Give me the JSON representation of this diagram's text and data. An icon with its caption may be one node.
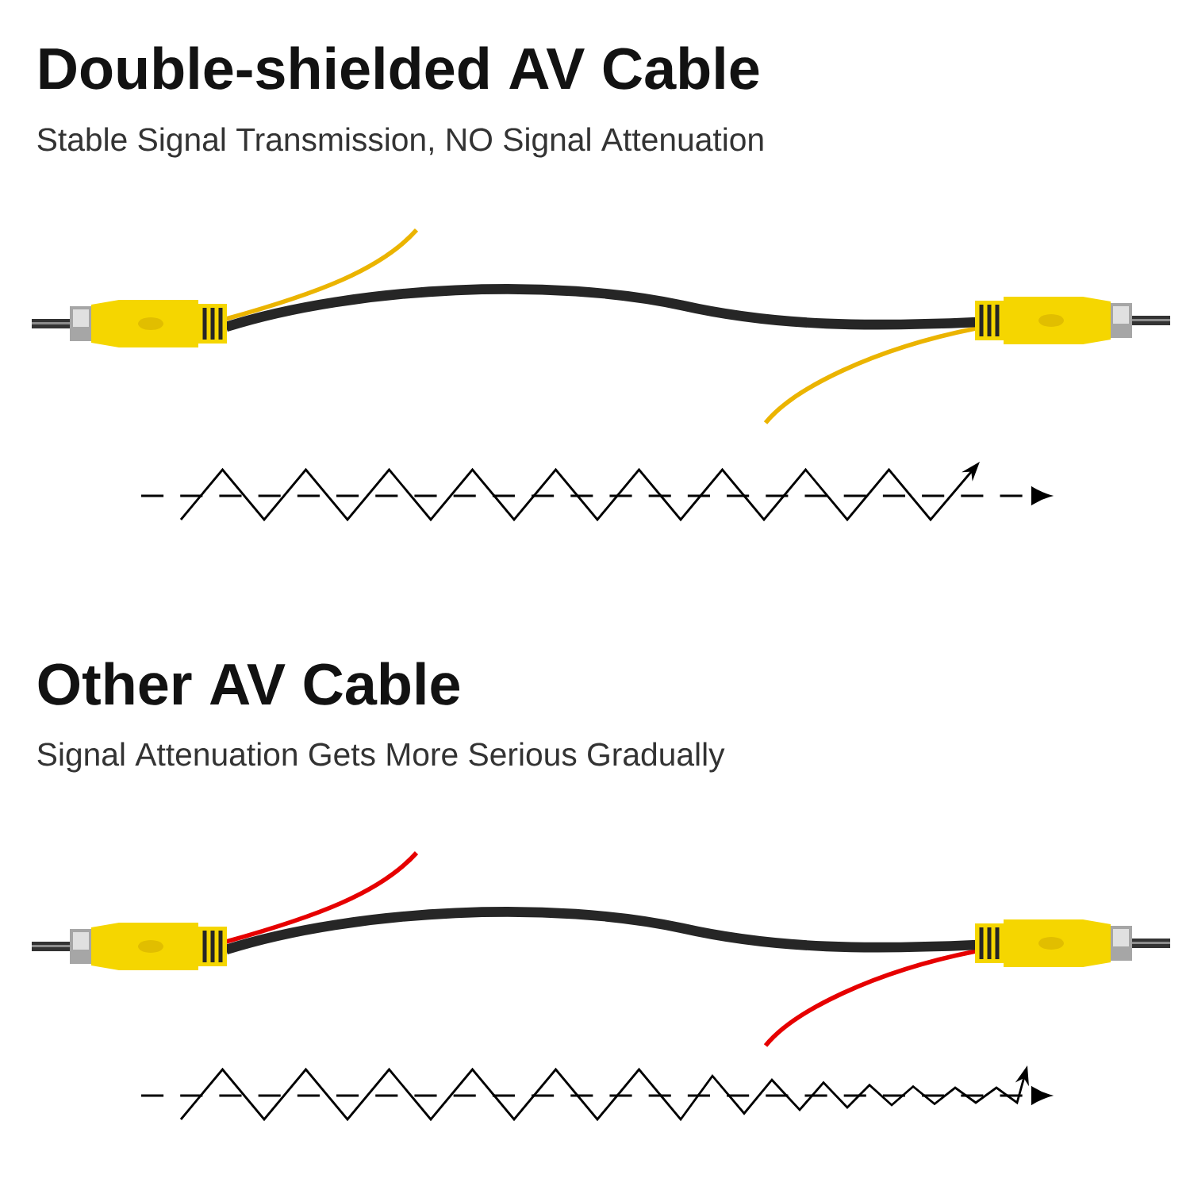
{
  "diagram": {
    "labels": [
      "Double-shielded AV Cable",
      "Stable Signal Transmission, NO Signal Attenuation",
      "Other AV Cable",
      "Signal Attenuation Gets More Serious Gradually"
    ]
  }
}
